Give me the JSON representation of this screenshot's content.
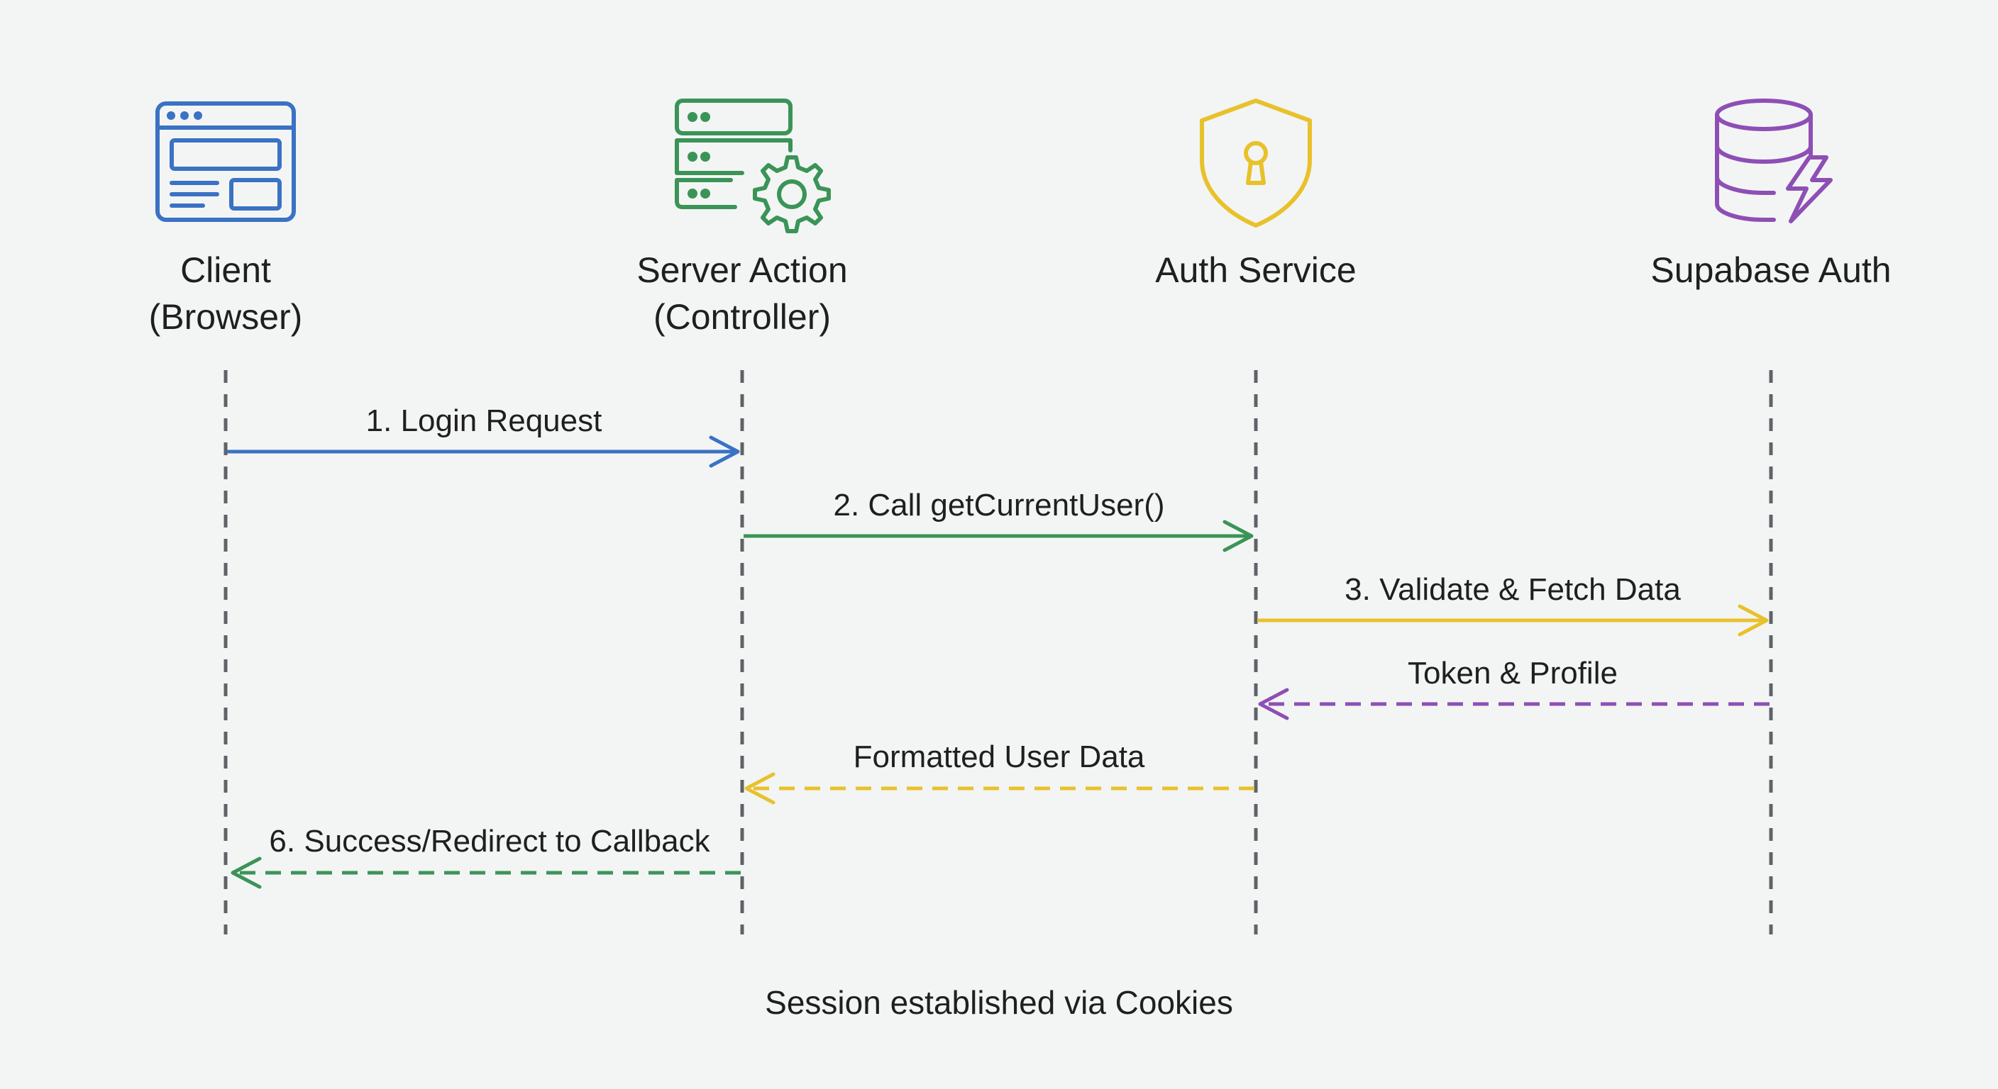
{
  "participants": [
    {
      "id": "client",
      "label_line1": "Client",
      "label_line2": "(Browser)",
      "icon": "browser-window-icon",
      "color": "#3a72c4"
    },
    {
      "id": "server",
      "label_line1": "Server Action",
      "label_line2": "(Controller)",
      "icon": "server-gear-icon",
      "color": "#3b9457"
    },
    {
      "id": "auth",
      "label_line1": "Auth Service",
      "label_line2": "",
      "icon": "shield-lock-icon",
      "color": "#e8c12b"
    },
    {
      "id": "supabase",
      "label_line1": "Supabase Auth",
      "label_line2": "",
      "icon": "database-bolt-icon",
      "color": "#8e4fb5"
    }
  ],
  "messages": [
    {
      "label": "1. Login Request",
      "from": "client",
      "to": "server",
      "style": "solid",
      "color": "#3a72c4"
    },
    {
      "label": "2. Call getCurrentUser()",
      "from": "server",
      "to": "auth",
      "style": "solid",
      "color": "#3b9457"
    },
    {
      "label": "3. Validate & Fetch Data",
      "from": "auth",
      "to": "supabase",
      "style": "solid",
      "color": "#e8c12b"
    },
    {
      "label": "Token & Profile",
      "from": "supabase",
      "to": "auth",
      "style": "dashed",
      "color": "#8e4fb5"
    },
    {
      "label": "Formatted User Data",
      "from": "auth",
      "to": "server",
      "style": "dashed",
      "color": "#e8c12b"
    },
    {
      "label": "6. Success/Redirect to Callback",
      "from": "server",
      "to": "client",
      "style": "dashed",
      "color": "#3b9457"
    }
  ],
  "footer": {
    "note": "Session established via Cookies"
  }
}
